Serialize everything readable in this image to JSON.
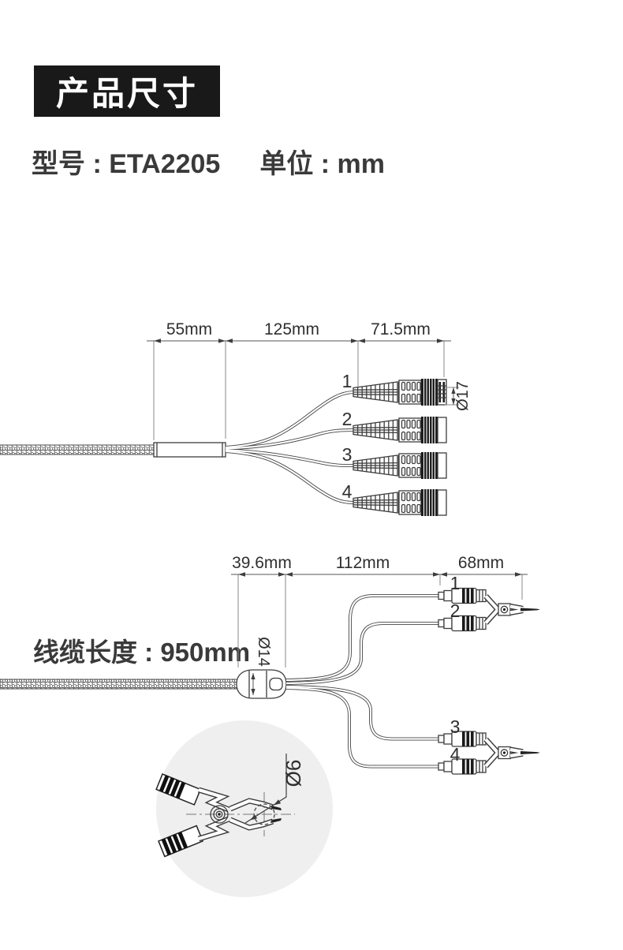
{
  "colors": {
    "ink": "#3d3d3d",
    "badge_bg": "#191919",
    "badge_text": "#ffffff",
    "body_text": "#3a3a3a",
    "bubble_fill": "#efefef"
  },
  "header": {
    "badge_label": "产品尺寸",
    "model_label": "型号 : ETA2205",
    "unit_label": "单位 : mm"
  },
  "top_figure": {
    "dims": {
      "seg1": "55mm",
      "seg2": "125mm",
      "seg3": "71.5mm"
    },
    "diameter_label": "Ø17",
    "connector_labels": [
      "1",
      "2",
      "3",
      "4"
    ]
  },
  "bottom_figure": {
    "cable_length_label": "线缆长度 : 950mm",
    "dims": {
      "seg1": "39.6mm",
      "seg2": "112mm",
      "seg3": "68mm"
    },
    "diameter_label": "Ø14",
    "clip_labels": [
      "1",
      "2",
      "3",
      "4"
    ]
  },
  "detail_view": {
    "diameter_label": "Ø6"
  }
}
